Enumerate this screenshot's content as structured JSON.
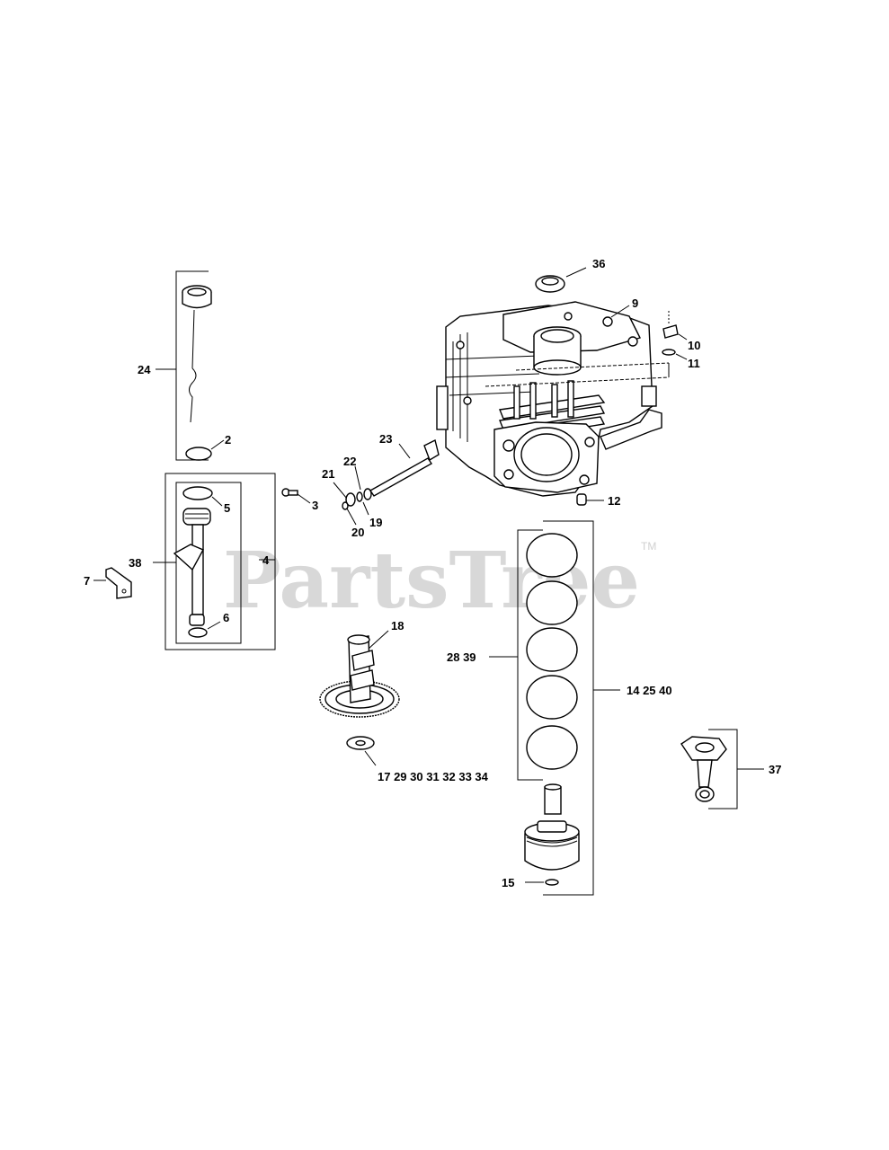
{
  "watermark": {
    "text": "PartsTree",
    "trademark": "TM",
    "color": "#d8d8d8"
  },
  "callouts": {
    "c36": "36",
    "c9": "9",
    "c10": "10",
    "c11": "11",
    "c12": "12",
    "c24": "24",
    "c2": "2",
    "c5": "5",
    "c6": "6",
    "c4": "4",
    "c38": "38",
    "c7": "7",
    "c3": "3",
    "c21": "21",
    "c22": "22",
    "c23": "23",
    "c19": "19",
    "c20": "20",
    "c18": "18",
    "c17_34": "17 29 30 31 32 33 34",
    "c28_39": "28 39",
    "c14_25_40": "14 25 40",
    "c15": "15",
    "c37": "37"
  }
}
